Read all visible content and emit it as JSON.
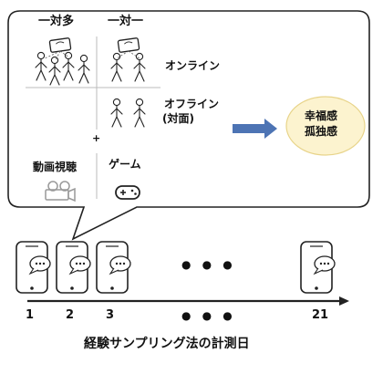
{
  "bubble": {
    "one_to_many": "一対多",
    "one_to_one": "一対一",
    "online": "オンライン",
    "offline_line1": "オフライン",
    "offline_line2": "(対面)",
    "plus": "+",
    "video": "動画視聴",
    "game": "ゲーム",
    "wellbeing_line1": "幸福感",
    "wellbeing_line2": "孤独感"
  },
  "timeline": {
    "day_labels": [
      "1",
      "2",
      "3",
      "21"
    ],
    "ellipsis_top": "● ● ●",
    "ellipsis_bottom": "● ● ●",
    "caption": "経験サンプリング法の計測日"
  },
  "colors": {
    "arrow": "#4d74b4",
    "wellbeing_fill": "#fcf3cf",
    "wellbeing_stroke": "#e8d48a",
    "stroke": "#222222"
  },
  "icons": {
    "people": "stick-figure-icon",
    "video": "video-camera-icon",
    "game": "gamepad-icon",
    "phone": "smartphone-chat-icon"
  }
}
